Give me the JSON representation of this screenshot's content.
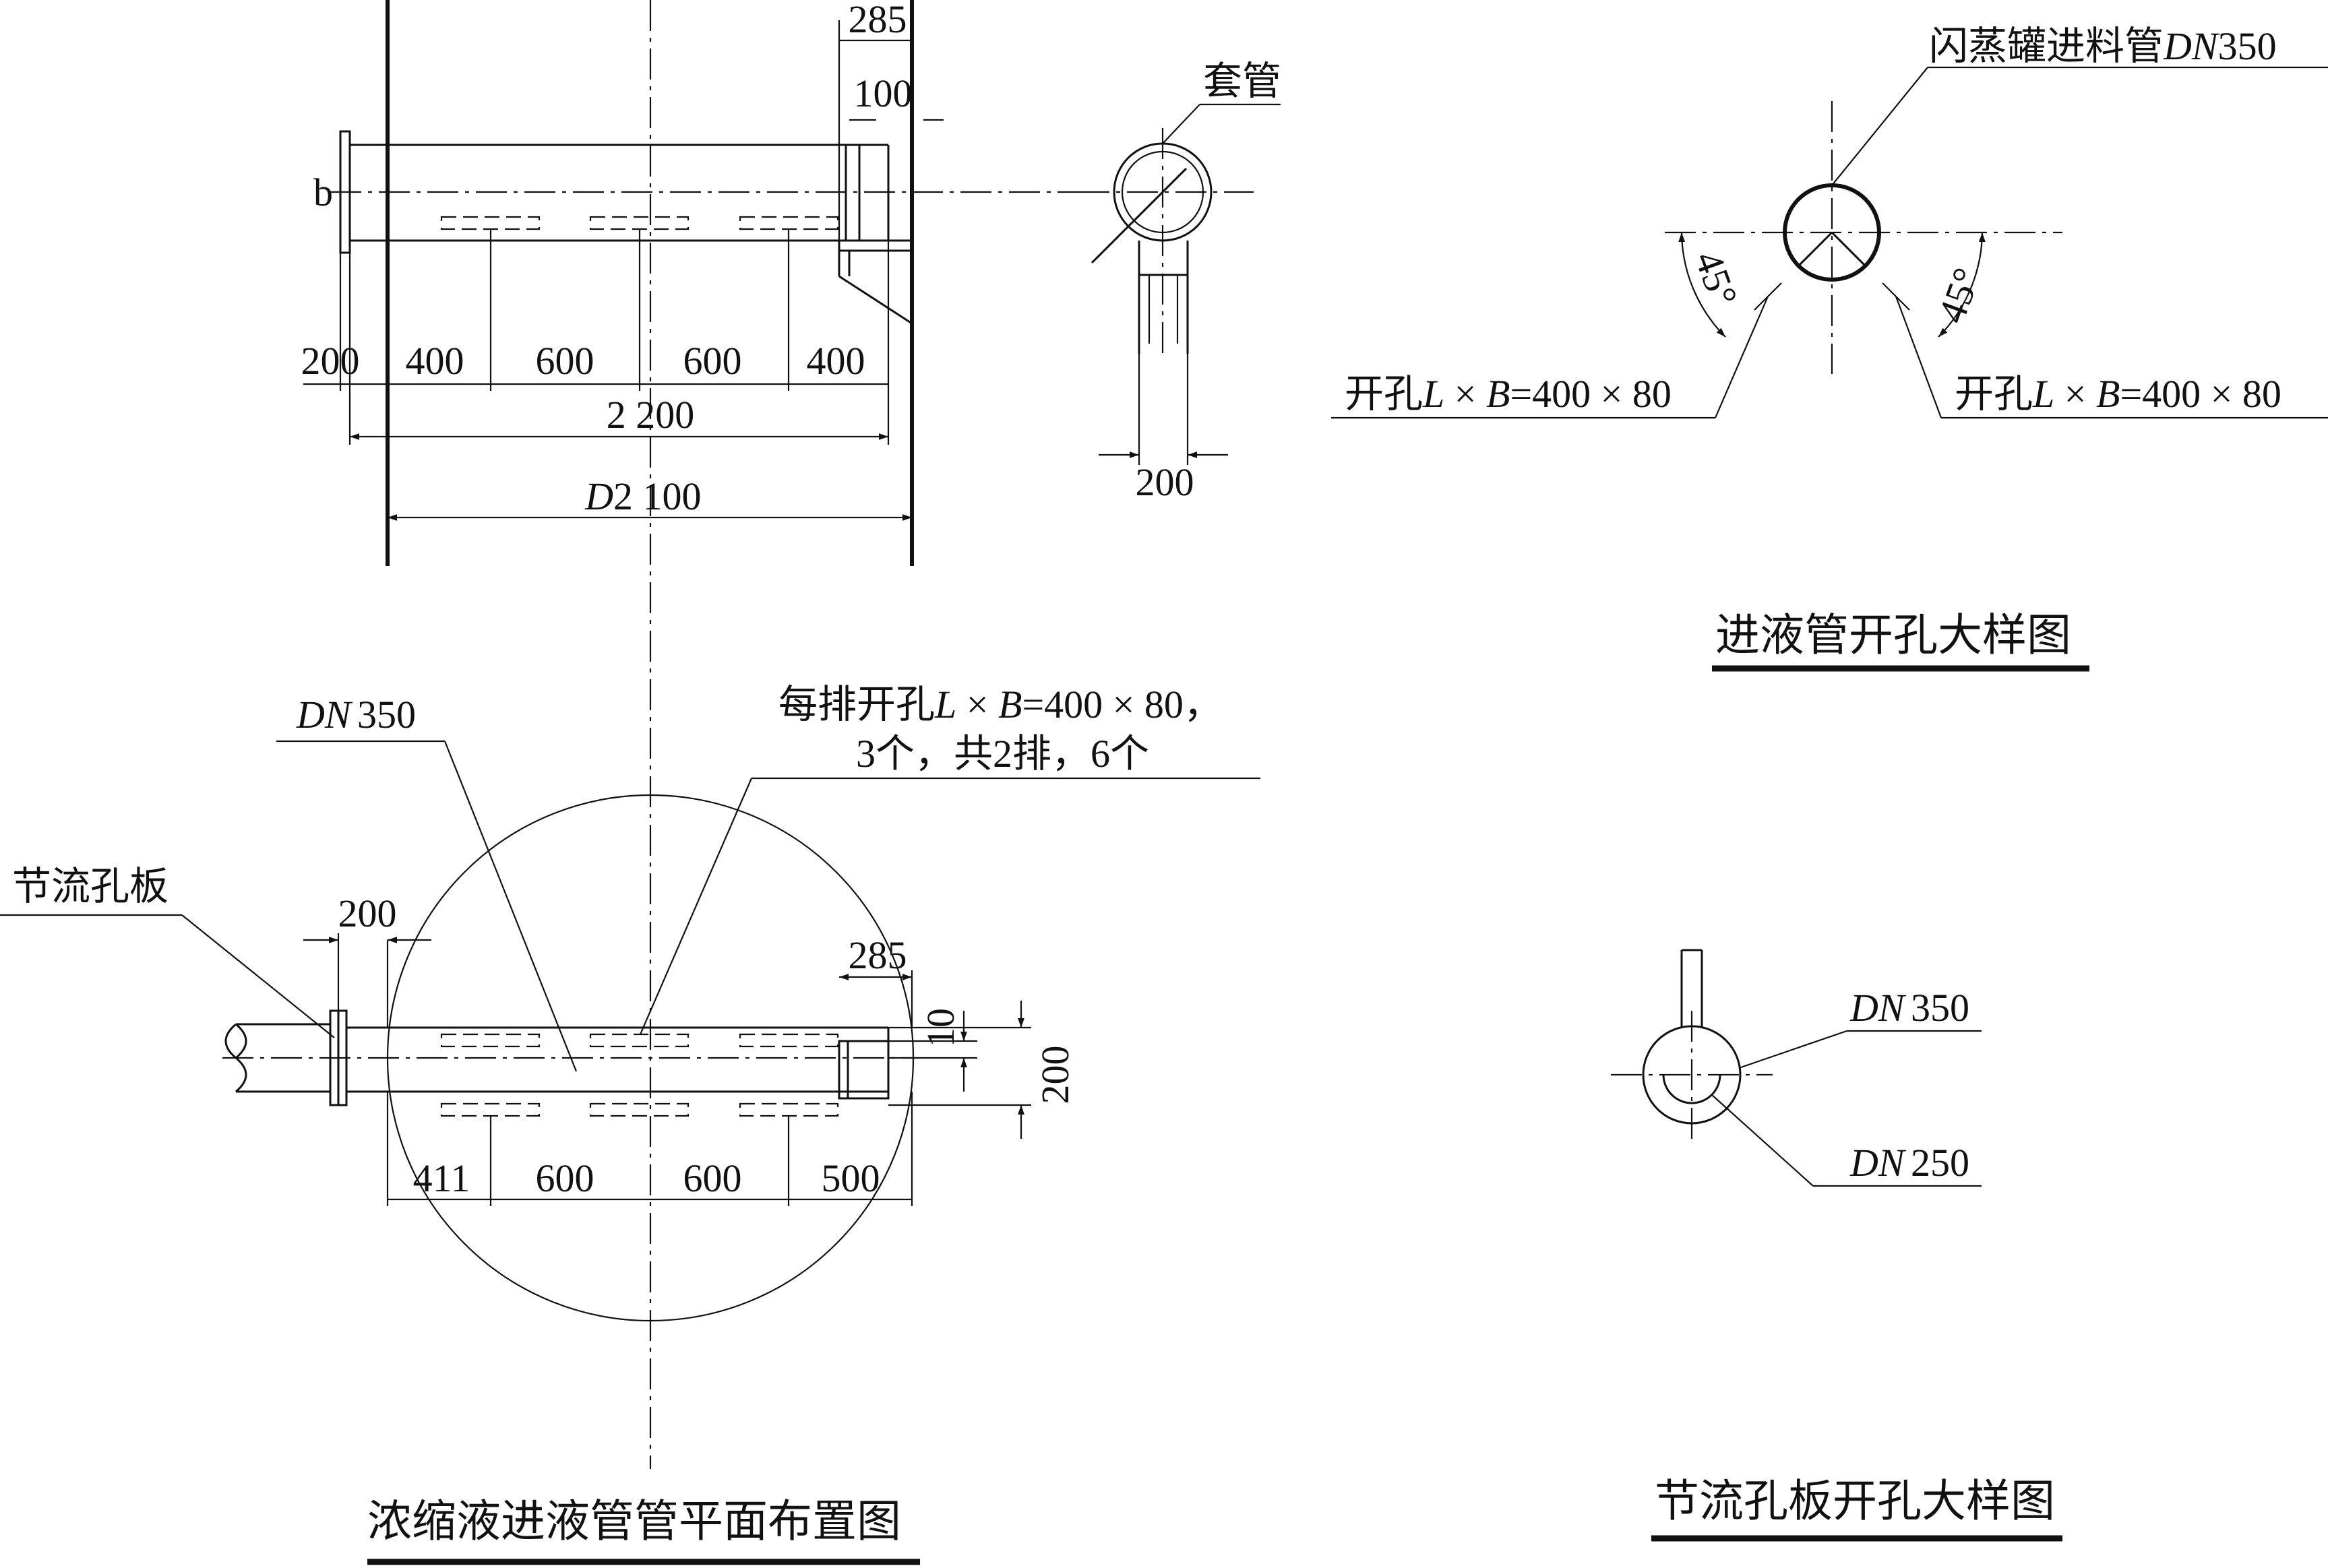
{
  "elevation_view": {
    "dims_top": [
      "285",
      "100"
    ],
    "label_b": "b",
    "dims_row": [
      "200",
      "400",
      "600",
      "600",
      "400"
    ],
    "dim_total": "2 200",
    "dim_diameter_prefix": "D",
    "dim_diameter_value": "2 100"
  },
  "side_view": {
    "sleeve_label": "套管",
    "dim_width": "200"
  },
  "plan_view": {
    "pipe_label_italic": "DN",
    "pipe_label_num": "350",
    "holes_note_line1_prefix": "每排开孔",
    "holes_note_line1_L": "L",
    "holes_note_line1_x": " × ",
    "holes_note_line1_B": "B",
    "holes_note_line1_suffix": "=400 × 80，",
    "holes_note_line2": "3个，共2排，6个",
    "orifice_label": "节流孔板",
    "dim_200_left": "200",
    "dim_285": "285",
    "dim_10": "10",
    "dim_200_right": "200",
    "dims_row": [
      "411",
      "600",
      "600",
      "500"
    ],
    "title": "浓缩液进液管管平面布置图"
  },
  "detail_inlet": {
    "top_label_prefix": "闪蒸罐进料管",
    "top_label_italic": "DN",
    "top_label_num": "350",
    "angle_left": "45°",
    "angle_right": "45°",
    "hole_left_prefix": "开孔",
    "hole_left_L": "L",
    "hole_left_x": " × ",
    "hole_left_B": "B",
    "hole_left_suffix": "=400 × 80",
    "hole_right_prefix": "开孔",
    "hole_right_L": "L",
    "hole_right_x": " × ",
    "hole_right_B": "B",
    "hole_right_suffix": "=400 × 80",
    "title": "进液管开孔大样图"
  },
  "detail_orifice": {
    "label1_italic": "DN",
    "label1_num": "350",
    "label2_italic": "DN",
    "label2_num": "250",
    "title": "节流孔板开孔大样图"
  }
}
